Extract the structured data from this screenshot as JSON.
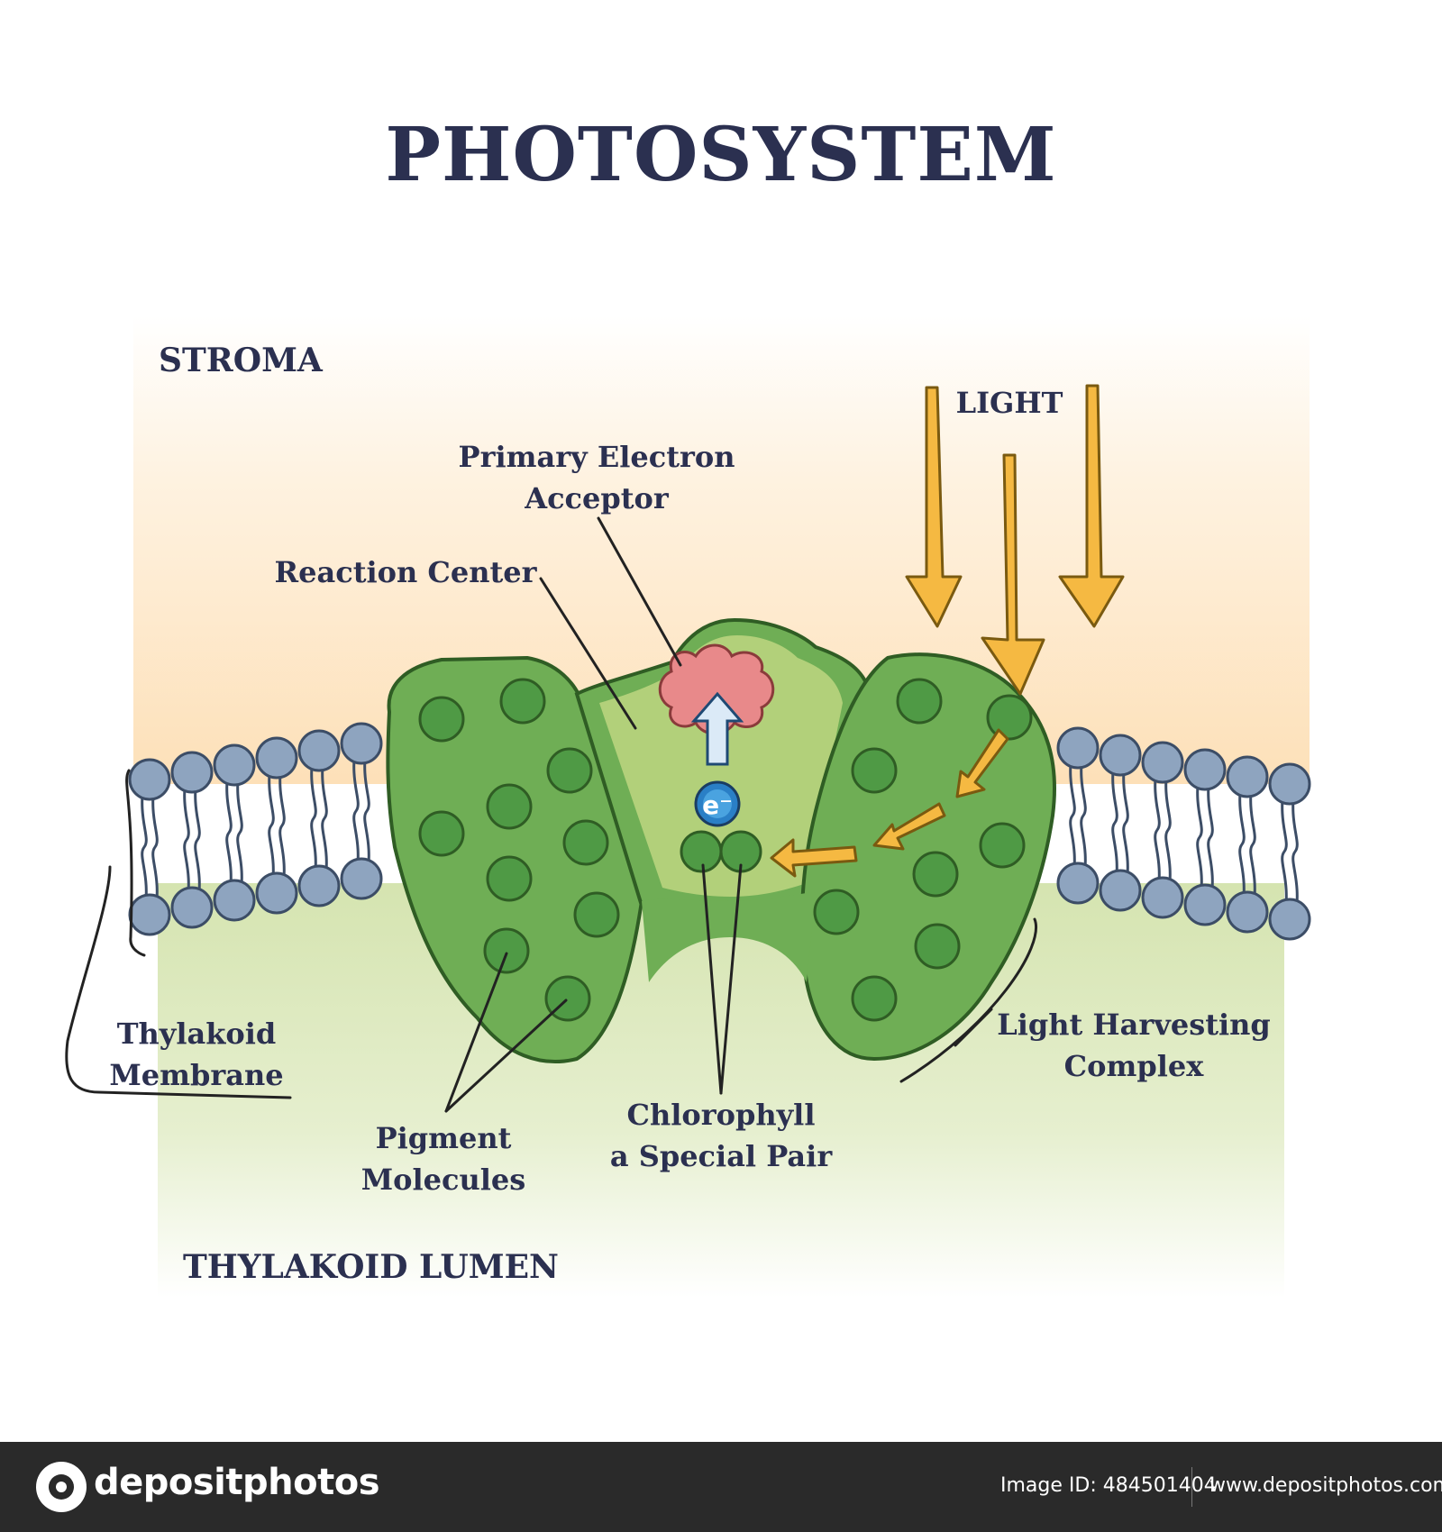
{
  "title": "PHOTOSYSTEM",
  "regions": {
    "stroma": "STROMA",
    "lumen": "THYLAKOID LUMEN"
  },
  "labels": {
    "light": "LIGHT",
    "primary_acceptor_line1": "Primary Electron",
    "primary_acceptor_line2": "Acceptor",
    "reaction_center": "Reaction Center",
    "thylakoid_membrane_line1": "Thylakoid",
    "thylakoid_membrane_line2": "Membrane",
    "pigment_line1": "Pigment",
    "pigment_line2": "Molecules",
    "chlorophyll_line1": "Chlorophyll",
    "chlorophyll_line2": "a Special Pair",
    "lhc_line1": "Light Harvesting",
    "lhc_line2": "Complex",
    "electron": "e⁻"
  },
  "colors": {
    "title_text": "#2b3050",
    "stroma_bg": "#fde3bf",
    "lumen_bg": "#d8e6b5",
    "protein_outer": "#6fae55",
    "reaction_center": "#b2d07a",
    "pigment": "#4f9a45",
    "acceptor": "#e8898a",
    "lipid_head": "#8ea4bf",
    "lipid_tail": "#9fb1cc",
    "light_arrow": "#f5b942",
    "electron": "#2a7fc6"
  },
  "footer": {
    "brand": "depositphotos",
    "image_id": "Image ID: 484501404",
    "site": "www.depositphotos.com"
  }
}
